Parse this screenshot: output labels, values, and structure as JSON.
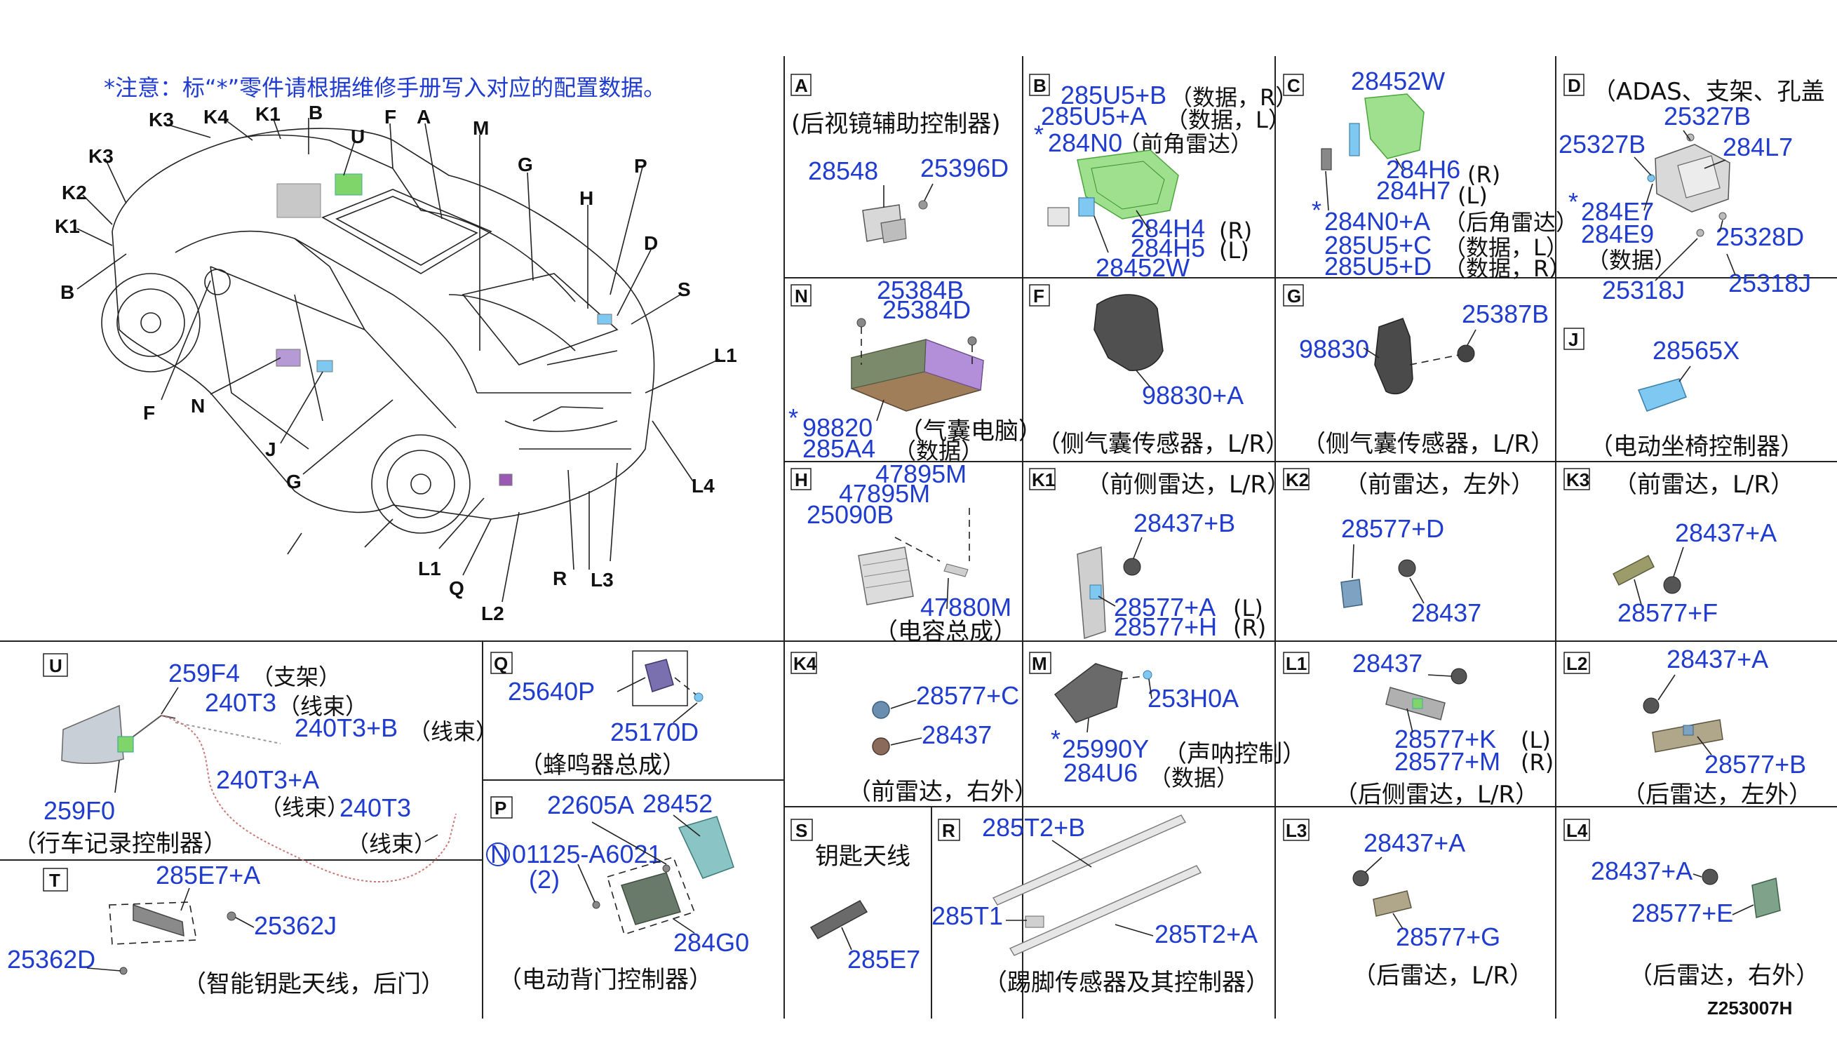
{
  "note": "*注意：标“*”零件请根据维修手册写入对应的配置数据。",
  "diagram_code": "Z253007H",
  "car_labels": [
    "K3",
    "K4",
    "K1",
    "B",
    "F",
    "A",
    "M",
    "U",
    "K3",
    "K2",
    "K1",
    "B",
    "G",
    "H",
    "P",
    "D",
    "S",
    "L1",
    "F",
    "N",
    "J",
    "G",
    "L4",
    "L1",
    "Q",
    "L2",
    "R",
    "L3"
  ],
  "cells": {
    "A": {
      "letter": "A",
      "title": "(后视镜辅助控制器)",
      "parts": [
        "28548",
        "25396D"
      ]
    },
    "B": {
      "letter": "B",
      "parts": [
        "285U5+B",
        "285U5+A",
        "*",
        "284N0",
        "284H4",
        "284H5",
        "28452W"
      ],
      "notes": [
        "（数据，R）",
        "（数据，L）",
        "（前角雷达）",
        "(R)",
        "(L)"
      ]
    },
    "C": {
      "letter": "C",
      "parts": [
        "28452W",
        "284H6",
        "284H7",
        "*",
        "284N0+A",
        "285U5+C",
        "285U5+D"
      ],
      "notes": [
        "(R)",
        "(L)",
        "（后角雷达）",
        "（数据，L）",
        "（数据，R）"
      ]
    },
    "D": {
      "letter": "D",
      "title": "（ADAS、支架、孔盖",
      "parts": [
        "25327B",
        "25327B",
        "284L7",
        "*",
        "284E7",
        "284E9",
        "25328D",
        "25318J",
        "25318J"
      ],
      "notes": [
        "（数据）"
      ]
    },
    "N": {
      "letter": "N",
      "title": "（气囊电脑）",
      "parts": [
        "25384B",
        "25384D",
        "*",
        "98820",
        "285A4"
      ],
      "notes": [
        "（数据）"
      ]
    },
    "F": {
      "letter": "F",
      "title": "（侧气囊传感器，L/R）",
      "parts": [
        "98830+A"
      ]
    },
    "G": {
      "letter": "G",
      "title": "（侧气囊传感器，L/R）",
      "parts": [
        "98830",
        "25387B"
      ]
    },
    "J": {
      "letter": "J",
      "title": "（电动坐椅控制器）",
      "parts": [
        "28565X"
      ]
    },
    "H": {
      "letter": "H",
      "title": "（电容总成）",
      "parts": [
        "47895M",
        "47895M",
        "25090B",
        "47880M"
      ]
    },
    "K1": {
      "letter": "K1",
      "title": "（前侧雷达，L/R）",
      "parts": [
        "28437+B",
        "28577+A",
        "28577+H"
      ],
      "notes": [
        "(L)",
        "(R)"
      ]
    },
    "K2": {
      "letter": "K2",
      "title": "（前雷达，左外）",
      "parts": [
        "28577+D",
        "28437"
      ]
    },
    "K3": {
      "letter": "K3",
      "title": "（前雷达，L/R）",
      "parts": [
        "28437+A",
        "28577+F"
      ]
    },
    "U": {
      "letter": "U",
      "title": "（行车记录控制器）",
      "parts": [
        "259F4",
        "240T3",
        "240T3+B",
        "240T3+A",
        "240T3",
        "259F0"
      ],
      "notes": [
        "（支架）",
        "（线束）",
        "（线束）",
        "（线束）",
        "（线束）"
      ]
    },
    "Q": {
      "letter": "Q",
      "title": "（蜂鸣器总成）",
      "parts": [
        "25640P",
        "25170D"
      ]
    },
    "K4": {
      "letter": "K4",
      "title": "（前雷达，右外）",
      "parts": [
        "28577+C",
        "28437"
      ]
    },
    "M": {
      "letter": "M",
      "title": "（声呐控制）",
      "parts": [
        "253H0A",
        "*",
        "25990Y",
        "284U6"
      ],
      "notes": [
        "（数据）"
      ]
    },
    "L1": {
      "letter": "L1",
      "title": "（后侧雷达，L/R）",
      "parts": [
        "28437",
        "28577+K",
        "28577+M"
      ],
      "notes": [
        "(L)",
        "(R)"
      ]
    },
    "L2": {
      "letter": "L2",
      "title": "（后雷达，左外）",
      "parts": [
        "28437+A",
        "28577+B"
      ]
    },
    "P": {
      "letter": "P",
      "title": "（电动背门控制器）",
      "parts": [
        "22605A",
        "28452",
        "N",
        "01125-A6021",
        "(2)",
        "284G0"
      ]
    },
    "T": {
      "letter": "T",
      "title": "（智能钥匙天线，后门）",
      "parts": [
        "285E7+A",
        "25362J",
        "25362D"
      ]
    },
    "S": {
      "letter": "S",
      "title": "钥匙天线",
      "parts": [
        "285E7"
      ]
    },
    "R": {
      "letter": "R",
      "title": "（踢脚传感器及其控制器）",
      "parts": [
        "285T2+B",
        "285T1",
        "285T2+A"
      ]
    },
    "L3": {
      "letter": "L3",
      "title": "（后雷达，L/R）",
      "parts": [
        "28437+A",
        "28577+G"
      ]
    },
    "L4": {
      "letter": "L4",
      "title": "（后雷达，右外）",
      "parts": [
        "28437+A",
        "28577+E"
      ]
    }
  },
  "colors": {
    "part_number": "#1f3ccf",
    "text": "#111111",
    "line": "#222222",
    "highlight_green": "#7fd46a",
    "highlight_blue": "#7ec8f2",
    "highlight_purple": "#9b59b6"
  }
}
